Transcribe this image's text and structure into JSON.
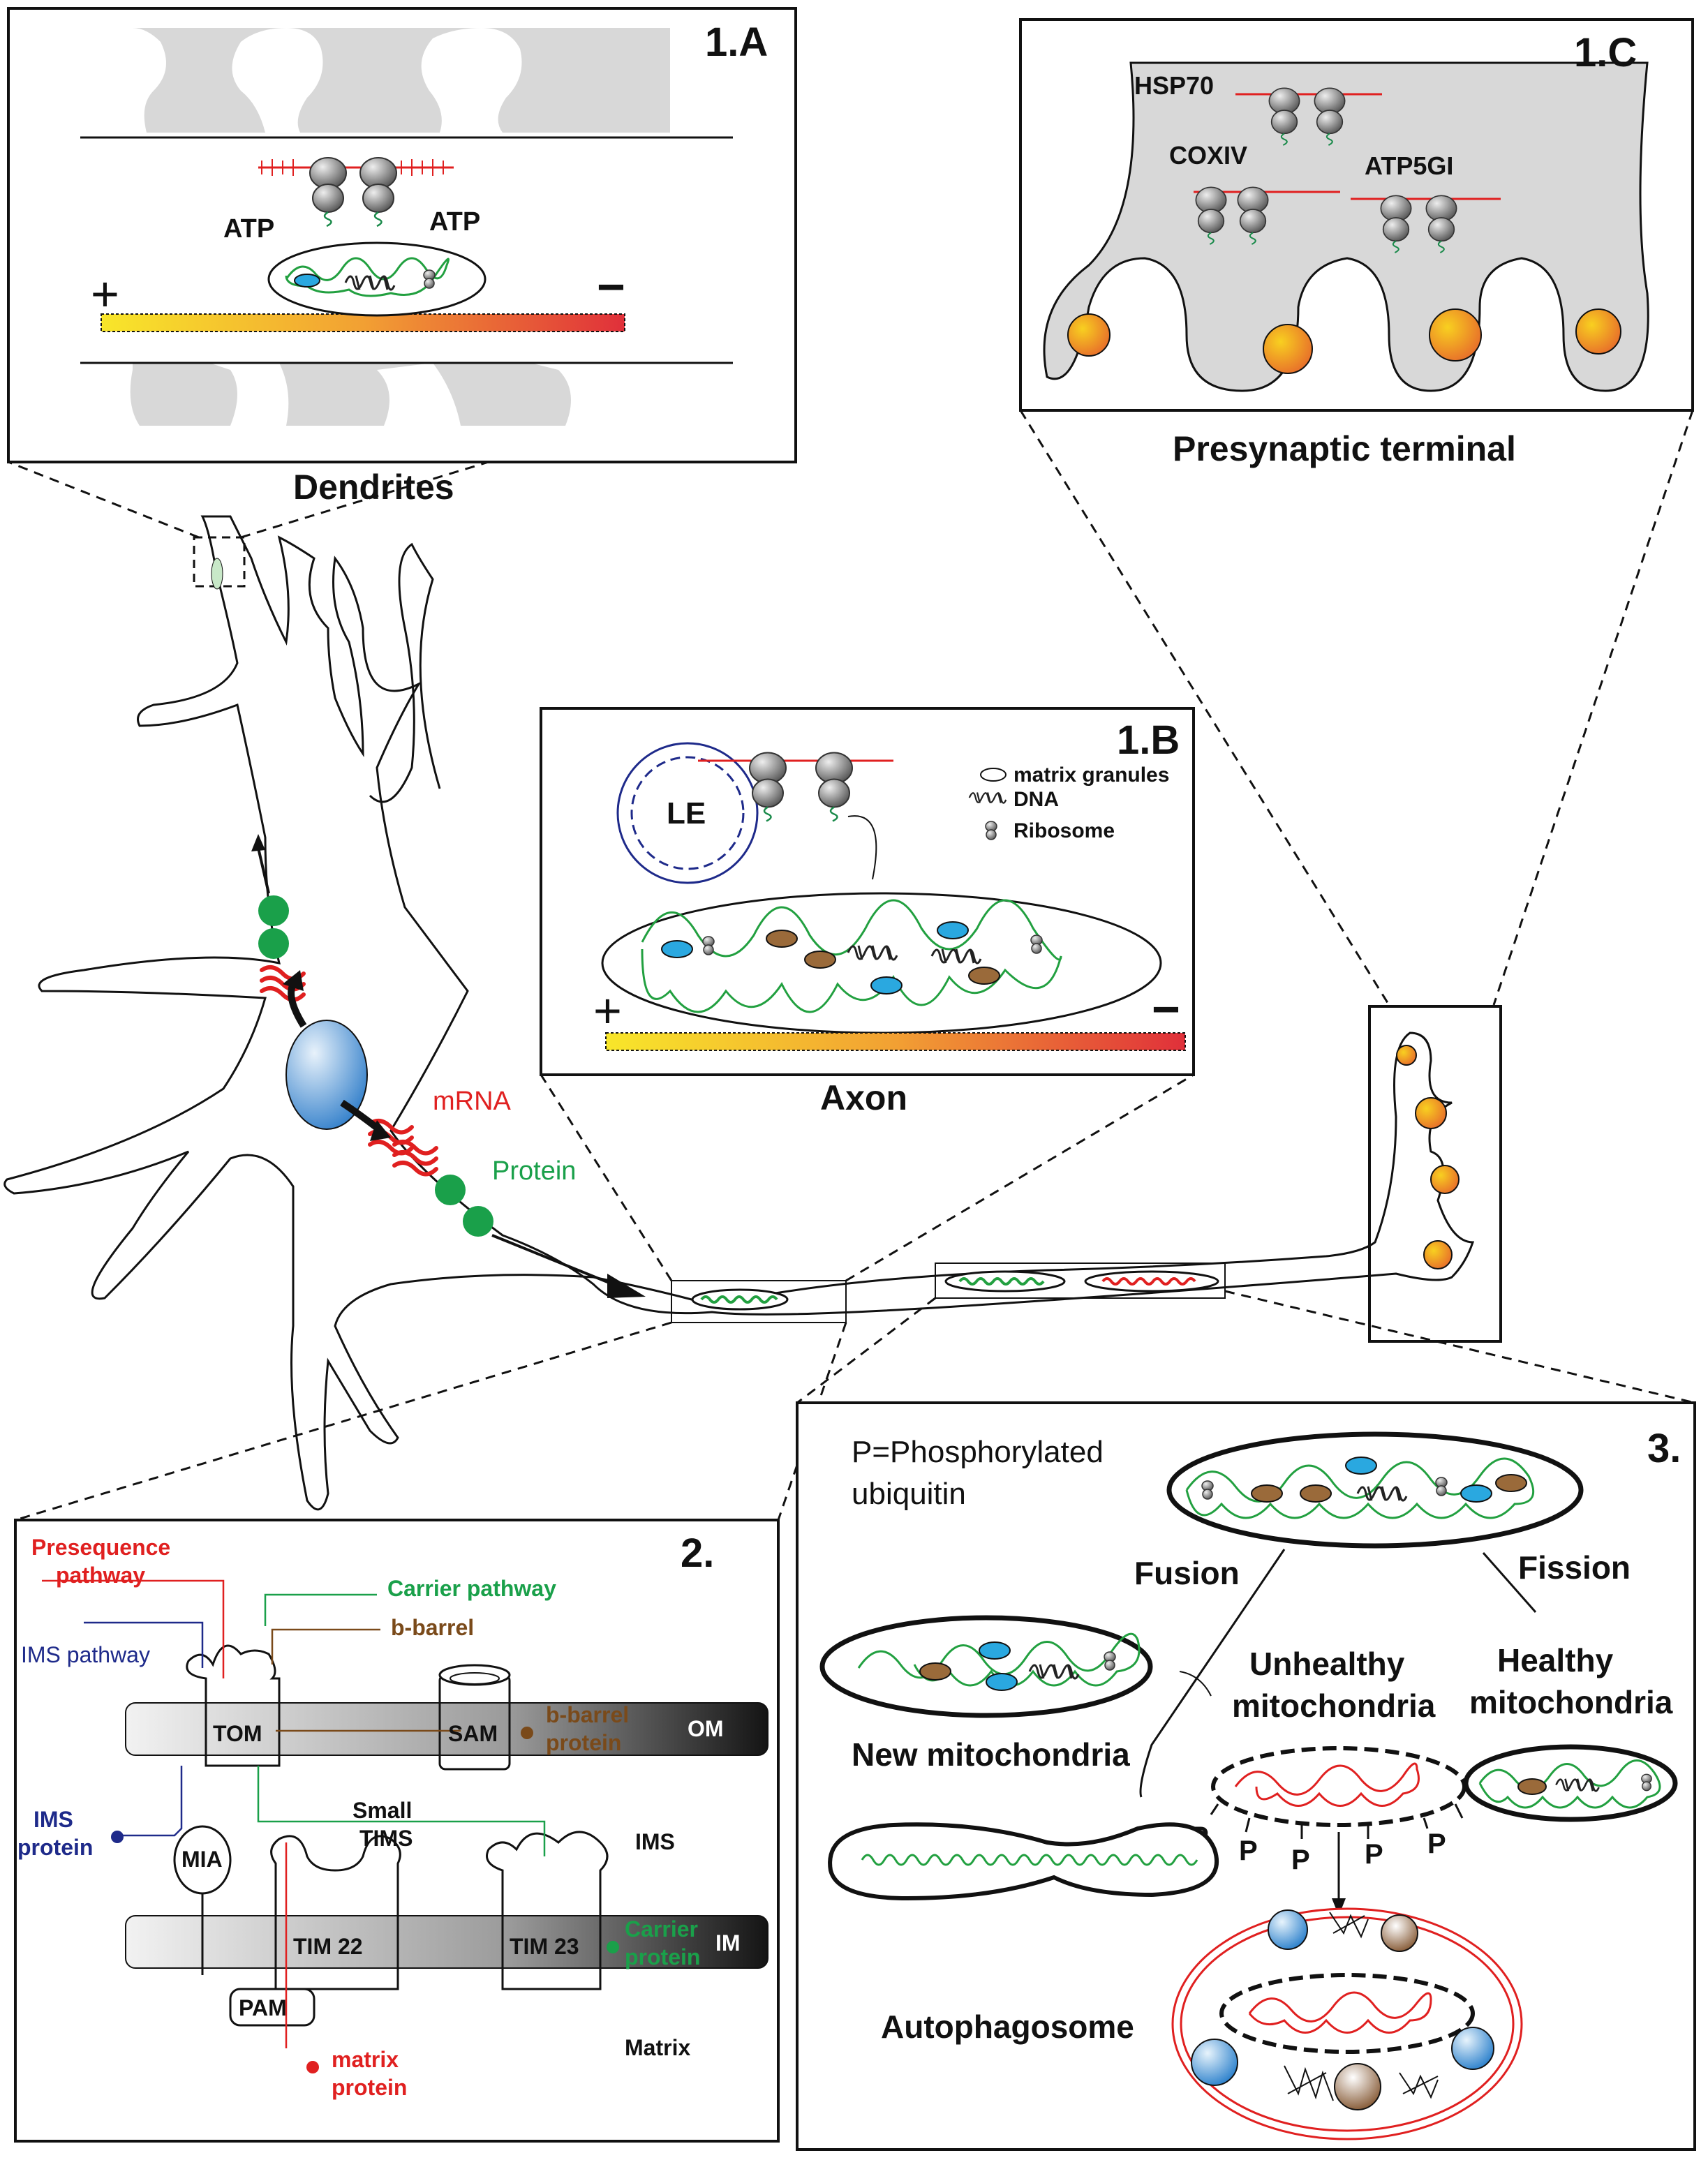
{
  "panel_1a": {
    "label": "1.A",
    "caption": "Dendrites",
    "atp_left": "ATP",
    "atp_right": "ATP",
    "plus": "+",
    "minus": "−"
  },
  "panel_1b": {
    "label": "1.B",
    "caption": "Axon",
    "le_label": "LE",
    "legend": {
      "matrix_granules": "matrix granules",
      "dna": "DNA",
      "ribosome": "Ribosome"
    },
    "plus": "+",
    "minus": "−"
  },
  "panel_1c": {
    "label": "1.C",
    "caption": "Presynaptic terminal",
    "protein_1": "HSP70",
    "protein_2": "COXIV",
    "protein_3": "ATP5GI"
  },
  "neuron": {
    "mrna_label": "mRNA",
    "protein_label": "Protein"
  },
  "panel_2": {
    "label": "2.",
    "presequence_pathway_line1": "Presequence",
    "presequence_pathway_line2": "pathway",
    "carrier_pathway": "Carrier pathway",
    "b_barrel": "b-barrel",
    "ims_pathway": "IMS pathway",
    "tom": "TOM",
    "sam": "SAM",
    "b_barrel_protein_line1": "b-barrel",
    "b_barrel_protein_line2": "protein",
    "om": "OM",
    "ims_protein_line1": "IMS",
    "ims_protein_line2": "protein",
    "small_tims_line1": "Small",
    "small_tims_line2": "TIMS",
    "ims": "IMS",
    "mia": "MIA",
    "tim22": "TIM 22",
    "tim23": "TIM 23",
    "carrier_protein_line1": "Carrier",
    "carrier_protein_line2": "protein",
    "im": "IM",
    "pam": "PAM",
    "matrix_protein_line1": "matrix",
    "matrix_protein_line2": "protein",
    "matrix": "Matrix"
  },
  "panel_3": {
    "label": "3.",
    "p_def_line1": "P=Phosphorylated",
    "p_def_line2": "ubiquitin",
    "fusion": "Fusion",
    "fission": "Fission",
    "unhealthy_line1": "Unhealthy",
    "unhealthy_line2": "mitochondria",
    "healthy_line1": "Healthy",
    "healthy_line2": "mitochondria",
    "new_mito": "New mitochondria",
    "p_mark": "P",
    "autophagosome": "Autophagosome"
  },
  "colors": {
    "dna_membrane_green": "#22a040",
    "mrna_red": "#e02020",
    "protein_green": "#1aa04a",
    "pathway_red": "#e02020",
    "pathway_green": "#1aa04a",
    "pathway_brown": "#7a4a1a",
    "pathway_blue": "#1e2a8a",
    "granule_blue": "#2aa8e0",
    "granule_brown": "#9a6a3a"
  }
}
